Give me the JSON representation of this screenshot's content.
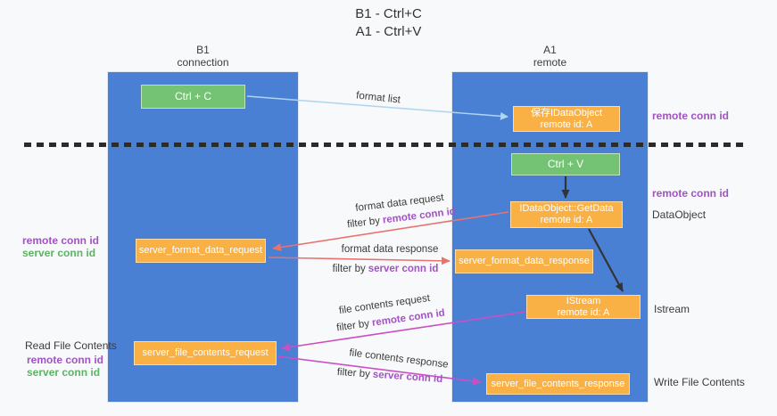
{
  "title": {
    "line1": "B1 - Ctrl+C",
    "line2": "A1 - Ctrl+V"
  },
  "lanes": {
    "left": {
      "title": "B1",
      "subtitle": "connection"
    },
    "right": {
      "title": "A1",
      "subtitle": "remote"
    }
  },
  "nodes": {
    "ctrl_c": {
      "label": "Ctrl + C"
    },
    "ctrl_v": {
      "label": "Ctrl + V"
    },
    "save_dataobject": {
      "line1": "保存IDataObject",
      "line2": "remote id: A"
    },
    "getdata": {
      "line1": "IDataObject::GetData",
      "line2": "remote id: A"
    },
    "istream": {
      "line1": "IStream",
      "line2": "remote id: A"
    },
    "server_format_data_request": {
      "label": "server_format_data_request"
    },
    "server_format_data_response": {
      "label": "server_format_data_response"
    },
    "server_file_contents_request": {
      "label": "server_file_contents_request"
    },
    "server_file_contents_response": {
      "label": "server_file_contents_response"
    }
  },
  "edge_labels": {
    "format_list": "format list",
    "format_data_request": "format data request",
    "format_data_response": "format data response",
    "file_contents_request": "file contents request",
    "file_contents_response": "file contents response",
    "filter_by": "filter by",
    "remote_conn_id": "remote conn id",
    "server_conn_id": "server conn id"
  },
  "side_labels": {
    "remote_conn_id": "remote conn id",
    "server_conn_id": "server conn id",
    "data_object": "DataObject",
    "istream": "Istream",
    "read_file_contents": "Read File Contents",
    "write_file_contents": "Write File Contents"
  },
  "colors": {
    "lane_blue": "#4a80d4",
    "node_orange": "#f9b145",
    "node_green": "#74c374",
    "purple_text": "#a352c5",
    "green_text": "#5bb364",
    "arrow_red": "#e8736d",
    "arrow_magenta": "#cb4fc3",
    "arrow_light_blue": "#aed4ef",
    "arrow_black": "#333333",
    "divider_black": "#2b2b2b"
  }
}
